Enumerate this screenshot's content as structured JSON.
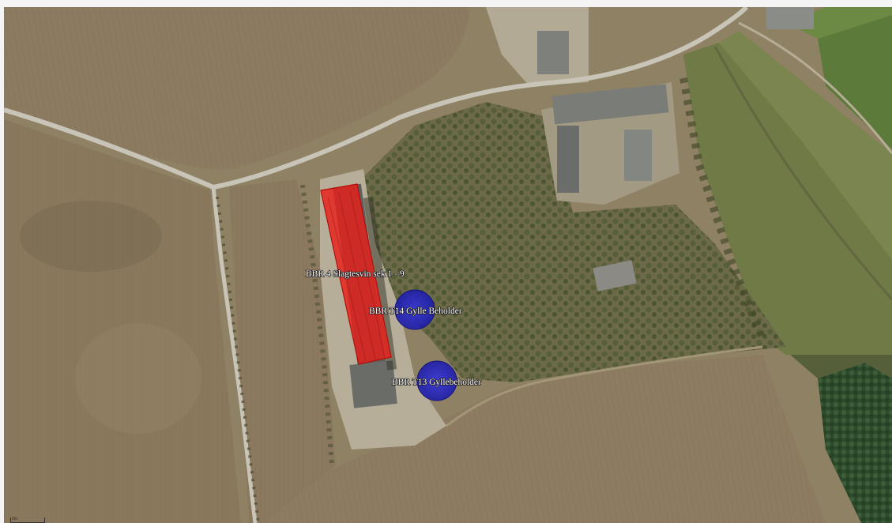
{
  "map": {
    "basemap": "aerial-orthophoto",
    "features": [
      {
        "id": "bbr-4",
        "kind": "building-polygon",
        "label": "BBR 4 Slagtesvin sek 1 - 9",
        "color": "#e8201a"
      },
      {
        "id": "bbr-t14",
        "kind": "tank-circle",
        "label": "BBR T14 Gylle Beholder",
        "color": "#2323c8"
      },
      {
        "id": "bbr-t13",
        "kind": "tank-circle",
        "label": "BBR T13 Gyllebeholder",
        "color": "#2323c8"
      }
    ],
    "scale_text": "2m"
  }
}
